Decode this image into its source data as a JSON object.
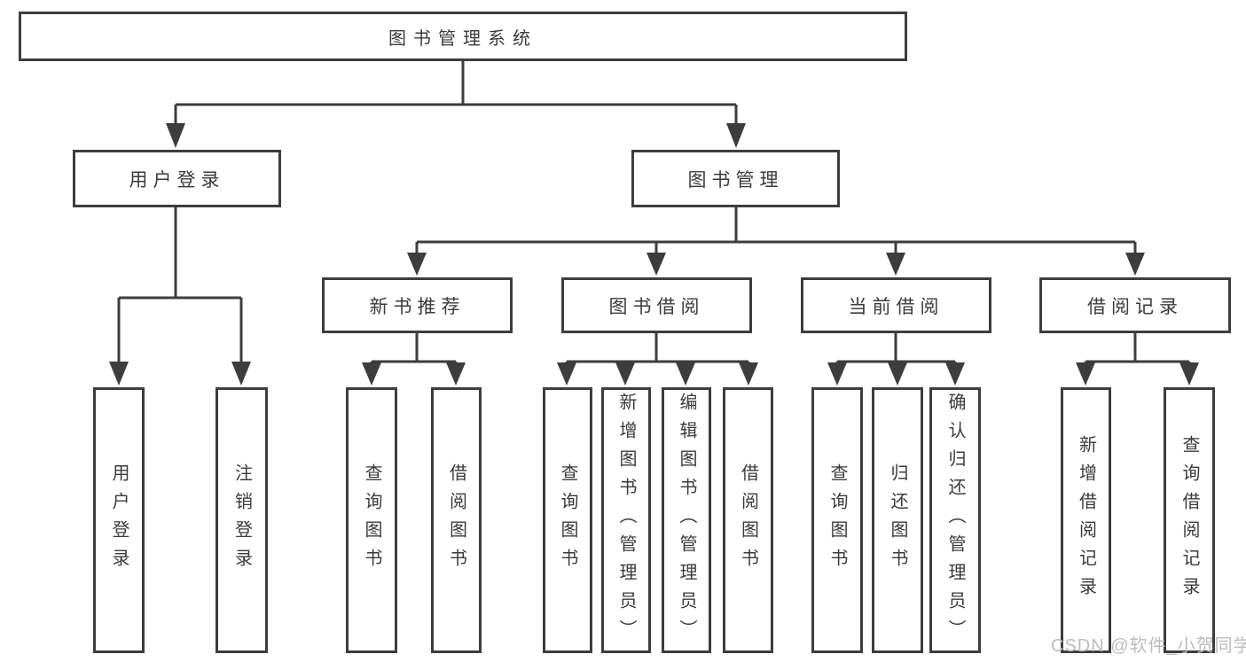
{
  "colors": {
    "line": "#3d3d3d",
    "text": "#3b3b3b",
    "watermark": "#bdbdbd",
    "background": "#ffffff"
  },
  "watermark": {
    "text": "CSDN @软件_小贺同学"
  },
  "tree": {
    "label": "图书管理系统",
    "children": [
      {
        "label": "用户登录",
        "children": [
          {
            "label": "用户登录"
          },
          {
            "label": "注销登录"
          }
        ]
      },
      {
        "label": "图书管理",
        "children": [
          {
            "label": "新书推荐",
            "children": [
              {
                "label": "查询图书"
              },
              {
                "label": "借阅图书"
              }
            ]
          },
          {
            "label": "图书借阅",
            "children": [
              {
                "label": "查询图书"
              },
              {
                "label": "新增图书（管理员）"
              },
              {
                "label": "编辑图书（管理员）"
              },
              {
                "label": "借阅图书"
              }
            ]
          },
          {
            "label": "当前借阅",
            "children": [
              {
                "label": "查询图书"
              },
              {
                "label": "归还图书"
              },
              {
                "label": "确认归还（管理员）"
              }
            ]
          },
          {
            "label": "借阅记录",
            "children": [
              {
                "label": "新增借阅记录"
              },
              {
                "label": "查询借阅记录"
              }
            ]
          }
        ]
      }
    ]
  }
}
